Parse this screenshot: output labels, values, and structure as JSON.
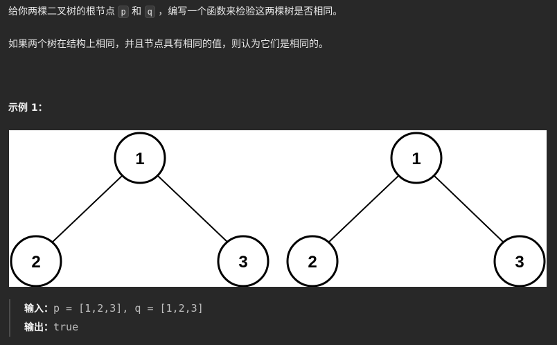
{
  "problem": {
    "line1_a": "给你两棵二叉树的根节点",
    "p_code": "p",
    "line1_and": "和",
    "q_code": "q",
    "line1_b": "，编写一个函数来检验这两棵树是否相同。",
    "line2": "如果两个树在结构上相同，并且节点具有相同的值，则认为它们是相同的。"
  },
  "example": {
    "title": "示例 1：",
    "input_label": "输入：",
    "input_value": "p = [1,2,3], q = [1,2,3]",
    "output_label": "输出：",
    "output_value": "true"
  },
  "figure": {
    "tree_left": {
      "root": "1",
      "left": "2",
      "right": "3"
    },
    "tree_right": {
      "root": "1",
      "left": "2",
      "right": "3"
    }
  }
}
